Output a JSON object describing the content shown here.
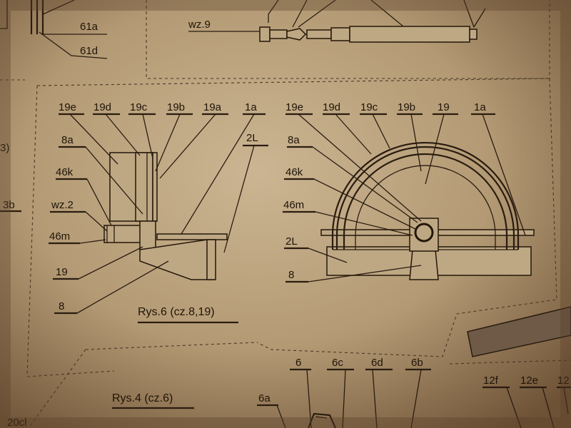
{
  "top_labels": {
    "wz9": "wz.9",
    "p61a": "61a",
    "p61d": "61d"
  },
  "left_margin": {
    "a": "3)",
    "b": "3b"
  },
  "figure6": {
    "caption": "Rys.6 (cz.8,19)",
    "left_top": [
      "19e",
      "19d",
      "19c",
      "19b",
      "19a",
      "1a"
    ],
    "left_side": [
      "8a",
      "46k",
      "wz.2",
      "46m",
      "19",
      "8"
    ],
    "left_2l": "2L",
    "right_top": [
      "19e",
      "19d",
      "19c",
      "19b",
      "19",
      "1a"
    ],
    "right_side": [
      "8a",
      "46k",
      "46m",
      "2L",
      "8"
    ]
  },
  "figure4": {
    "caption": "Rys.4 (cz.6)",
    "labels": [
      "6",
      "6c",
      "6d",
      "6b",
      "6a"
    ]
  },
  "corner": {
    "r12f": "12f",
    "r12e": "12e",
    "r12": "12",
    "left": "20cl"
  }
}
